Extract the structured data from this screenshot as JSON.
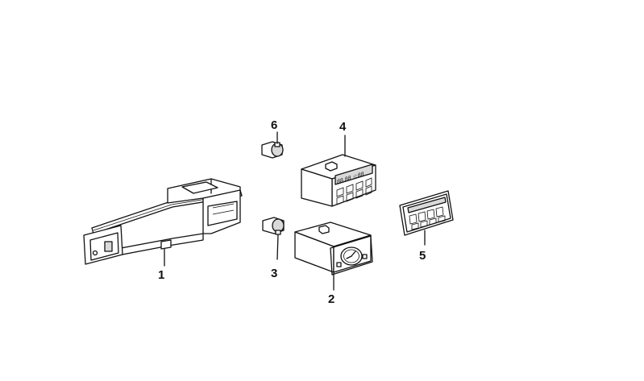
{
  "callouts": {
    "c1": "1",
    "c2": "2",
    "c3": "3",
    "c4": "4",
    "c5": "5",
    "c6": "6"
  },
  "display_text": "88.88 ☆88",
  "colors": {
    "ink": "#111111",
    "background": "#ffffff"
  }
}
